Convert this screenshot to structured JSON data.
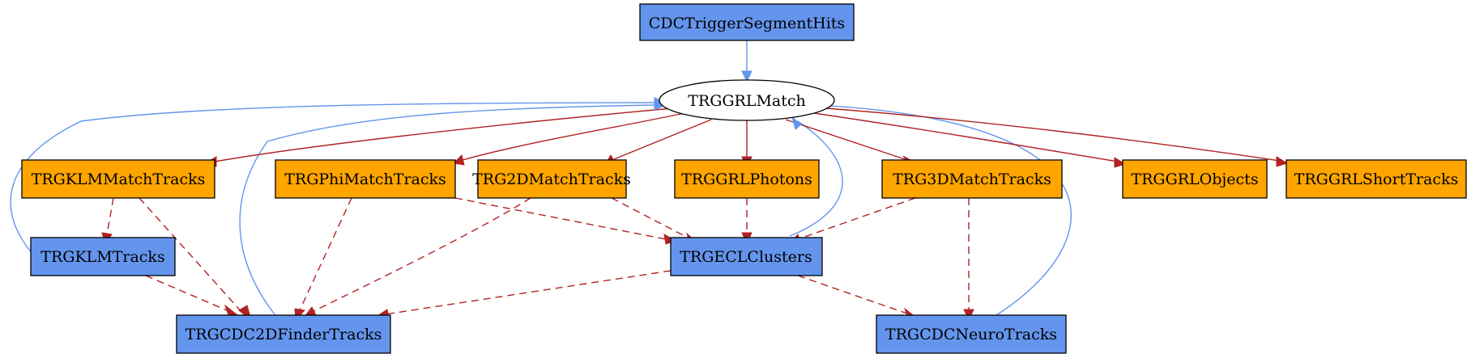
{
  "colors": {
    "input_node": "#6495ed",
    "output_node": "#ffa500",
    "module_node": "#ffffff",
    "input_edge": "#6495ed",
    "output_edge": "#b22222",
    "relation_edge": "#b22222"
  },
  "nodes": {
    "cdc_segment_hits": "CDCTriggerSegmentHits",
    "grl_match": "TRGGRLMatch",
    "klm_match_tracks": "TRGKLMMatchTracks",
    "phi_match_tracks": "TRGPhiMatchTracks",
    "match_2d_tracks": "TRG2DMatchTracks",
    "grl_photons": "TRGGRLPhotons",
    "match_3d_tracks": "TRG3DMatchTracks",
    "grl_objects": "TRGGRLObjects",
    "grl_short_tracks": "TRGGRLShortTracks",
    "klm_tracks": "TRGKLMTracks",
    "ecl_clusters": "TRGECLClusters",
    "cdc2d_finder_tracks": "TRGCDC2DFinderTracks",
    "cdc_neuro_tracks": "TRGCDCNeuroTracks"
  }
}
